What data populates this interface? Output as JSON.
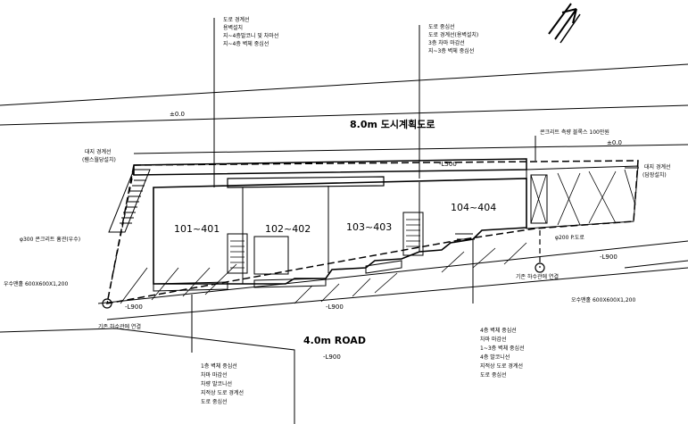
{
  "roads": {
    "north": "8.0m 도시계획도로",
    "south": "4.0m ROAD"
  },
  "units": [
    {
      "label": "101~401"
    },
    {
      "label": "102~402"
    },
    {
      "label": "103~403"
    },
    {
      "label": "104~404"
    }
  ],
  "levels": {
    "top_left": "±0.0",
    "top_right": "±0.0",
    "mid": "-L500",
    "right": "-L900",
    "left_low": "-L900",
    "center_low": "-L900",
    "bottom": "-L900"
  },
  "callouts": {
    "top_a": [
      "도로 경계선",
      "용벽설치",
      "지~4층발코니 및 차마선",
      "지~4층 벽체 중심선"
    ],
    "top_b": [
      "도로 중심선",
      "도로 경계선(용벽설치)",
      "3층 차마 마감선",
      "지~3층 벽체 중심선"
    ],
    "left_boundary": [
      "대지 경계선",
      "(휀스월당설치)"
    ],
    "left_pipe": "φ300 콘크리트 흄관(우수)",
    "left_manhole": "우수맨홀 600X600X1,200",
    "left_bottom": "기존 하수관에 연결",
    "right_top": "콘크리트 측량 블록스 100만원",
    "right_boundary": [
      "대지 경계선",
      "(담장설치)"
    ],
    "right_pipe": "φ200 P.도로",
    "right_conn": "기존 하수관에 연결",
    "right_manhole": "오수맨홀 600X600X1,200",
    "bottom_left": [
      "1층 벽체 중심선",
      "차마 마감선",
      "차량 발코니선",
      "지적상 도로 경계선",
      "도로 중심선"
    ],
    "bottom_right": [
      "4층 벽체 중심선",
      "차마 마감선",
      "1~3층 벽체 중심선",
      "4층 발코니선",
      "지적상 도로 경계선",
      "도로 중심선"
    ]
  }
}
